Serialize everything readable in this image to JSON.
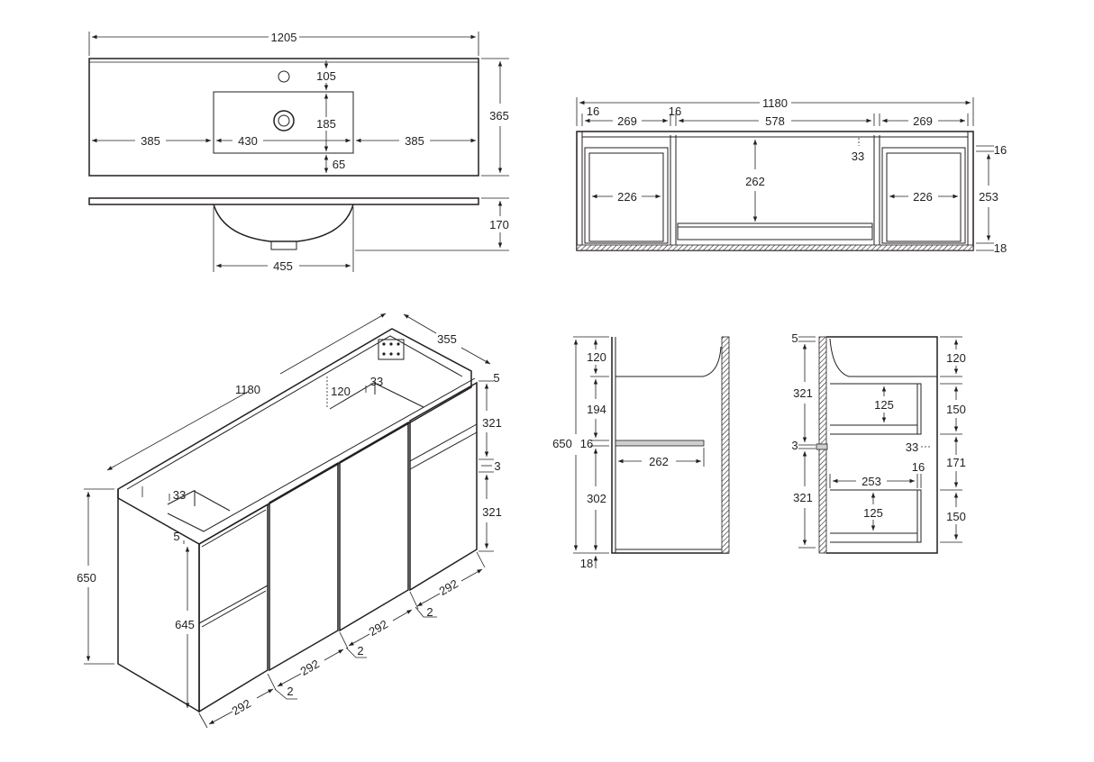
{
  "views": {
    "basin_top": {
      "overall_width": "1205",
      "tap_hole_offset": "105",
      "bowl_width": "430",
      "bowl_depth": "185",
      "left_offset": "385",
      "right_offset": "385",
      "front_offset": "65",
      "overall_depth": "365"
    },
    "basin_side": {
      "bowl_height": "170",
      "bowl_width": "455"
    },
    "cabinet_front_section": {
      "overall_width": "1180",
      "left_panel": "16",
      "left_bay": "269",
      "divider_panel": "16",
      "centre_bay": "578",
      "right_bay": "269",
      "top_rail": "33",
      "centre_height": "262",
      "left_drawer_width": "226",
      "right_drawer_width": "226",
      "right_top_panel": "16",
      "right_drawer_height": "253",
      "base_panel": "18"
    },
    "cabinet_iso": {
      "overall_width": "1180",
      "overall_depth": "355",
      "top_gap": "5",
      "upper_drawer": "321",
      "drawer_gap": "3",
      "lower_drawer": "321",
      "rail_height": "120",
      "rail_depth_right": "33",
      "rail_depth_left": "33",
      "overall_height": "650",
      "door_height": "645",
      "door_gap_left": "5",
      "widths": [
        "292",
        "292",
        "292",
        "292"
      ],
      "gaps": [
        "2",
        "2",
        "2"
      ]
    },
    "door_section": {
      "overall_height": "650",
      "top_zone": "120",
      "upper_zone": "194",
      "shelf": "16",
      "lower_zone": "302",
      "base": "18",
      "shelf_depth": "262"
    },
    "drawer_section": {
      "top_gap": "5",
      "top_zone": "120",
      "upper_drawer": "321",
      "upper_drawer_box": "150",
      "upper_inner": "125",
      "gap": "3",
      "rail": "33",
      "middle_zone": "171",
      "lower_drawer": "321",
      "lower_drawer_box": "150",
      "lower_inner": "125",
      "drawer_depth": "253",
      "back_panel": "16"
    }
  }
}
